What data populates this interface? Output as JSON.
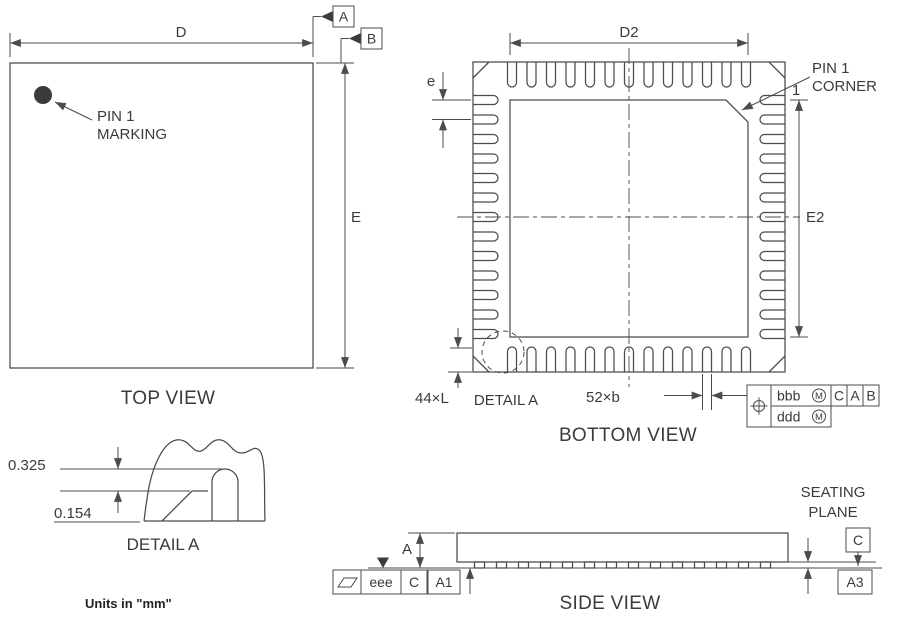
{
  "drawing": {
    "units_note": "Units in \"mm\"",
    "line_color": "#4b4b4b",
    "top_view": {
      "title": "TOP VIEW",
      "dim_d": "D",
      "dim_e": "E",
      "datum_a": "A",
      "datum_b": "B",
      "pin1_marking_line1": "PIN 1",
      "pin1_marking_line2": "MARKING"
    },
    "bottom_view": {
      "title": "BOTTOM VIEW",
      "dim_d2": "D2",
      "dim_e2": "E2",
      "dim_pitch": "e",
      "pin1_corner_line1": "PIN 1",
      "pin1_corner_line2": "CORNER",
      "pin1_number": "1",
      "lead_length_dim": "44×L",
      "lead_width_dim": "52×b",
      "detail_callout": "DETAIL A",
      "tolerance_frame": {
        "bbb": "bbb",
        "ddd": "ddd",
        "modifier": "M",
        "datum_c": "C",
        "datum_a": "A",
        "datum_b": "B"
      }
    },
    "detail_a": {
      "title": "DETAIL A",
      "dim_upper": "0.325",
      "dim_lower": "0.154"
    },
    "side_view": {
      "title": "SIDE VIEW",
      "dim_a": "A",
      "dim_a1": "A1",
      "dim_a3": "A3",
      "seating_line1": "SEATING",
      "seating_line2": "PLANE",
      "datum_c": "C",
      "tolerance_frame": {
        "eee": "eee",
        "datum_c": "C"
      }
    }
  }
}
